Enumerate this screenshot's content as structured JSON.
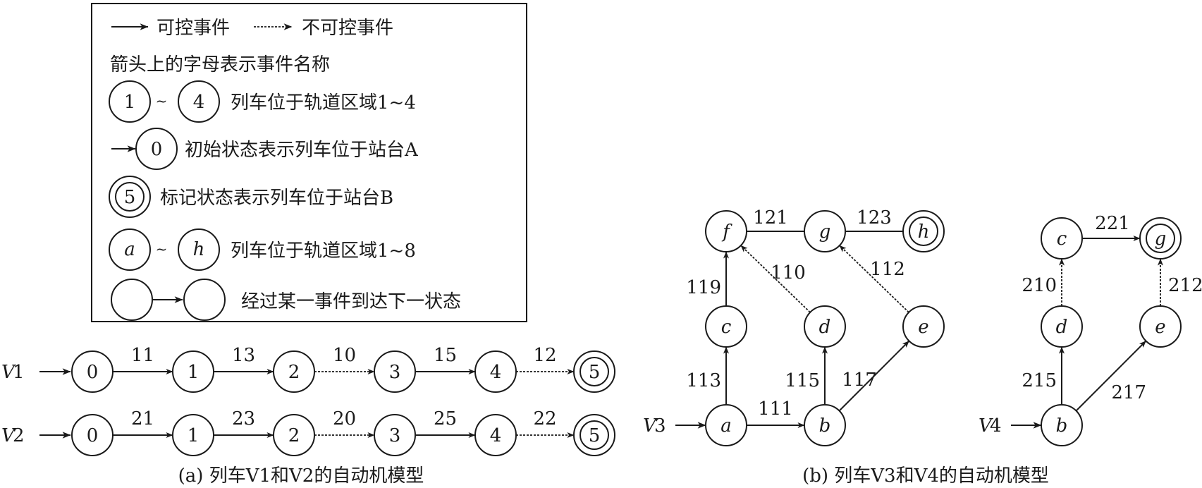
{
  "legend": {
    "controllable": "可控事件",
    "uncontrollable": "不可控事件",
    "letters_note": "箭头上的字母表示事件名称",
    "range_start": "1",
    "range_end": "4",
    "tilde": "~",
    "numbered_desc": "列车位于轨道区域1~4",
    "initial_state": "0",
    "initial_desc": "初始状态表示列车位于站台A",
    "marked_state": "5",
    "marked_desc": "标记状态表示列车位于站台B",
    "letter_start": "a",
    "letter_end": "h",
    "letter_desc": "列车位于轨道区域1~8",
    "transition_desc": "经过某一事件到达下一状态"
  },
  "panel_a": {
    "caption": "(a) 列车V1和V2的自动机模型",
    "rows": [
      {
        "label": "V1",
        "states": [
          "0",
          "1",
          "2",
          "3",
          "4",
          "5"
        ],
        "events": [
          "11",
          "13",
          "10",
          "15",
          "12"
        ],
        "controllable": [
          true,
          true,
          false,
          true,
          false
        ]
      },
      {
        "label": "V2",
        "states": [
          "0",
          "1",
          "2",
          "3",
          "4",
          "5"
        ],
        "events": [
          "21",
          "23",
          "20",
          "25",
          "22"
        ],
        "controllable": [
          true,
          true,
          false,
          true,
          false
        ]
      }
    ]
  },
  "panel_b": {
    "caption": "(b) 列车V3和V4的自动机模型",
    "v3": {
      "label": "V3",
      "states": [
        "a",
        "b",
        "c",
        "d",
        "e",
        "f",
        "g",
        "h"
      ],
      "marked": "h",
      "initial": "a",
      "transitions": [
        {
          "from": "a",
          "to": "b",
          "event": "111",
          "controllable": true
        },
        {
          "from": "a",
          "to": "c",
          "event": "113",
          "controllable": true
        },
        {
          "from": "b",
          "to": "d",
          "event": "115",
          "controllable": true
        },
        {
          "from": "b",
          "to": "e",
          "event": "117",
          "controllable": true
        },
        {
          "from": "c",
          "to": "f",
          "event": "119",
          "controllable": true
        },
        {
          "from": "d",
          "to": "f",
          "event": "110",
          "controllable": false
        },
        {
          "from": "e",
          "to": "g",
          "event": "112",
          "controllable": false
        },
        {
          "from": "f",
          "to": "g",
          "event": "121",
          "controllable": true
        },
        {
          "from": "g",
          "to": "h",
          "event": "123",
          "controllable": true
        }
      ]
    },
    "v4": {
      "label": "V4",
      "states": [
        "b",
        "c",
        "d",
        "e",
        "g"
      ],
      "marked": "g",
      "initial": "b",
      "transitions": [
        {
          "from": "b",
          "to": "d",
          "event": "215",
          "controllable": true
        },
        {
          "from": "b",
          "to": "e",
          "event": "217",
          "controllable": true
        },
        {
          "from": "d",
          "to": "c",
          "event": "210",
          "controllable": false
        },
        {
          "from": "c",
          "to": "g",
          "event": "221",
          "controllable": true
        },
        {
          "from": "e",
          "to": "g",
          "event": "212",
          "controllable": false
        }
      ]
    }
  }
}
